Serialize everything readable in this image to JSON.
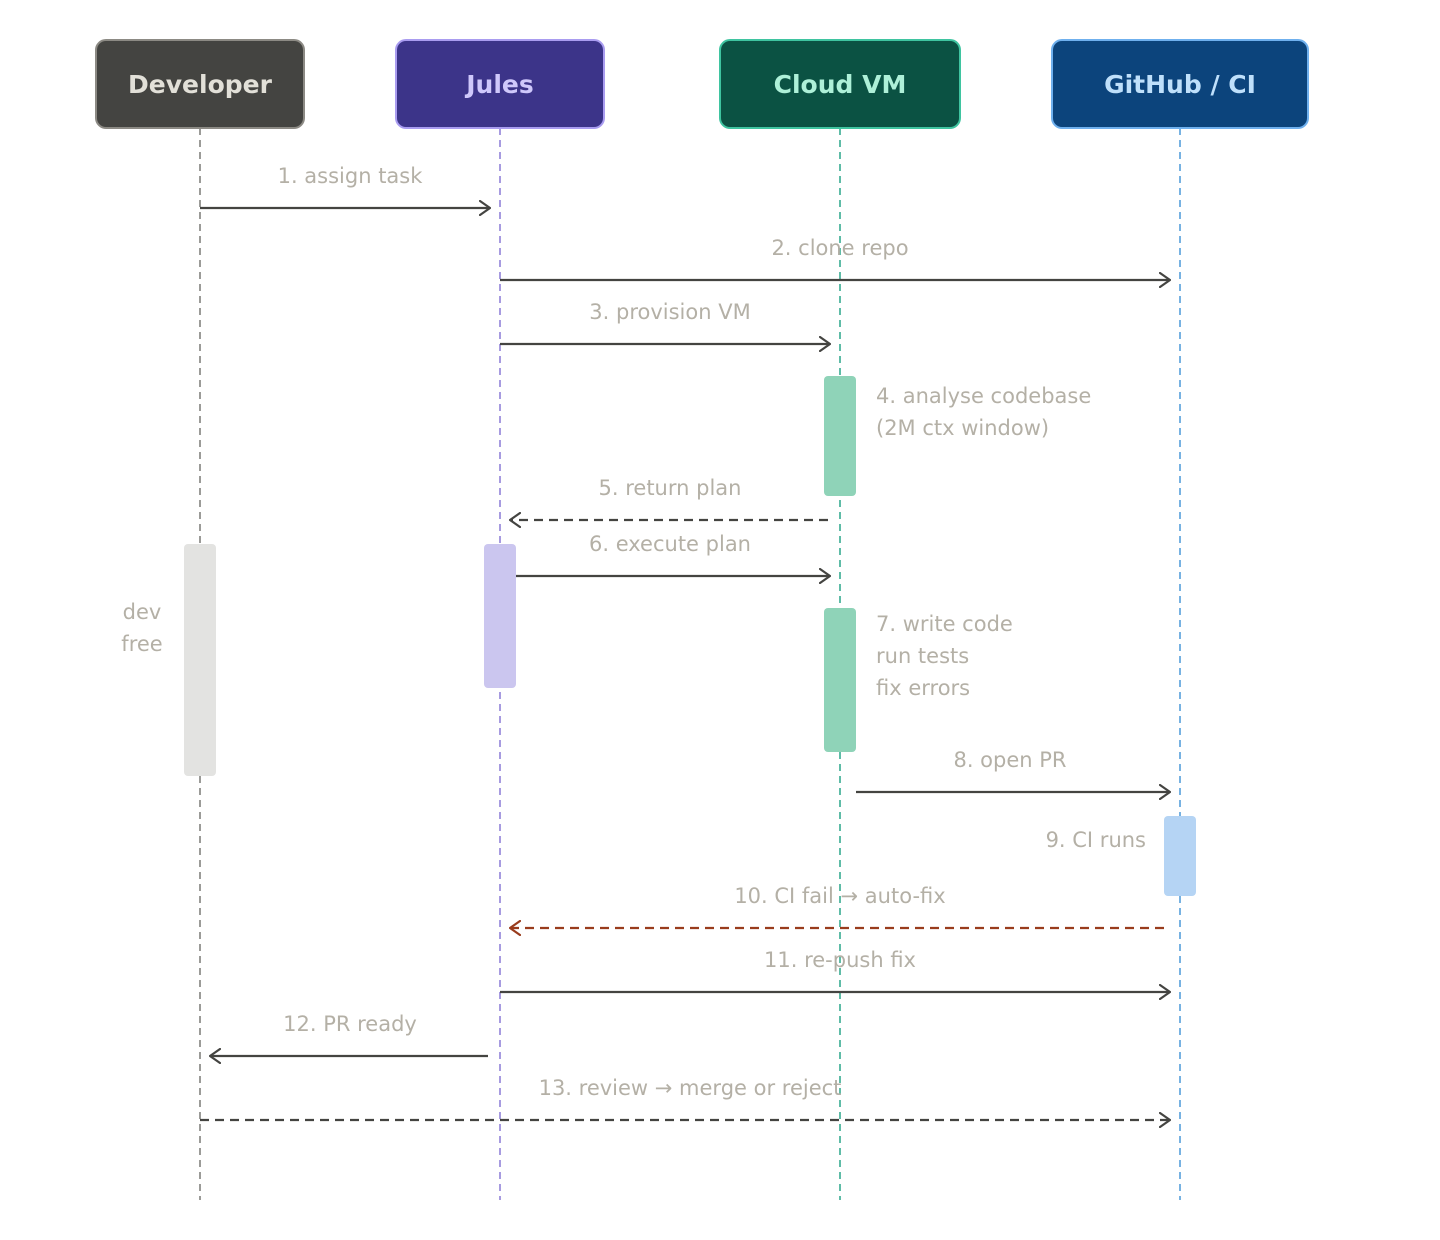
{
  "actors": [
    {
      "id": "developer",
      "label": "Developer",
      "fill": "#444441",
      "stroke": "#8c8a84",
      "text": "#e2e0d8",
      "line": "#7a7a77"
    },
    {
      "id": "jules",
      "label": "Jules",
      "fill": "#3c3489",
      "stroke": "#a99cf0",
      "text": "#cfc8fb",
      "line": "#8a7ad6"
    },
    {
      "id": "cloud_vm",
      "label": "Cloud VM",
      "fill": "#0b5243",
      "stroke": "#3fc4a0",
      "text": "#aef0d8",
      "line": "#2aa58a"
    },
    {
      "id": "github_ci",
      "label": "GitHub / CI",
      "fill": "#0c447c",
      "stroke": "#6fb0ee",
      "text": "#bfe0fb",
      "line": "#4a98d8"
    }
  ],
  "messages": [
    {
      "label": "1. assign task",
      "from": "developer",
      "to": "jules",
      "style": "solid"
    },
    {
      "label": "2. clone repo",
      "from": "jules",
      "to": "github_ci",
      "style": "solid"
    },
    {
      "label": "3. provision VM",
      "from": "jules",
      "to": "cloud_vm",
      "style": "solid"
    },
    {
      "label": "5. return plan",
      "from": "cloud_vm",
      "to": "jules",
      "style": "dashed"
    },
    {
      "label": "6. execute plan",
      "from": "jules",
      "to": "cloud_vm",
      "style": "solid"
    },
    {
      "label": "8. open PR",
      "from": "cloud_vm",
      "to": "github_ci",
      "style": "solid"
    },
    {
      "label": "10. CI fail → auto-fix",
      "from": "github_ci",
      "to": "jules",
      "style": "dashed-red"
    },
    {
      "label": "11. re-push fix",
      "from": "jules",
      "to": "github_ci",
      "style": "solid"
    },
    {
      "label": "12. PR ready",
      "from": "jules",
      "to": "developer",
      "style": "solid"
    },
    {
      "label": "13. review → merge or reject",
      "from": "developer",
      "to": "github_ci",
      "style": "dashed"
    }
  ],
  "activations": [
    {
      "actor": "cloud_vm",
      "color": "#8fd3b8",
      "note": [
        "4. analyse codebase",
        "(2M ctx window)"
      ],
      "note_side": "right"
    },
    {
      "actor": "developer",
      "color": "#e3e3e1",
      "note": [
        "dev",
        "free"
      ],
      "note_side": "left"
    },
    {
      "actor": "jules",
      "color": "#cbc6ef",
      "note": [],
      "note_side": "none"
    },
    {
      "actor": "cloud_vm",
      "color": "#8fd3b8",
      "note": [
        "7. write code",
        "run tests",
        "fix errors"
      ],
      "note_side": "right"
    },
    {
      "actor": "github_ci",
      "color": "#b5d4f4",
      "note": [
        "9. CI runs"
      ],
      "note_side": "left"
    }
  ],
  "colors": {
    "arrow": "#444441",
    "arrow_red": "#993c1d",
    "label": "#b4b0a6"
  }
}
